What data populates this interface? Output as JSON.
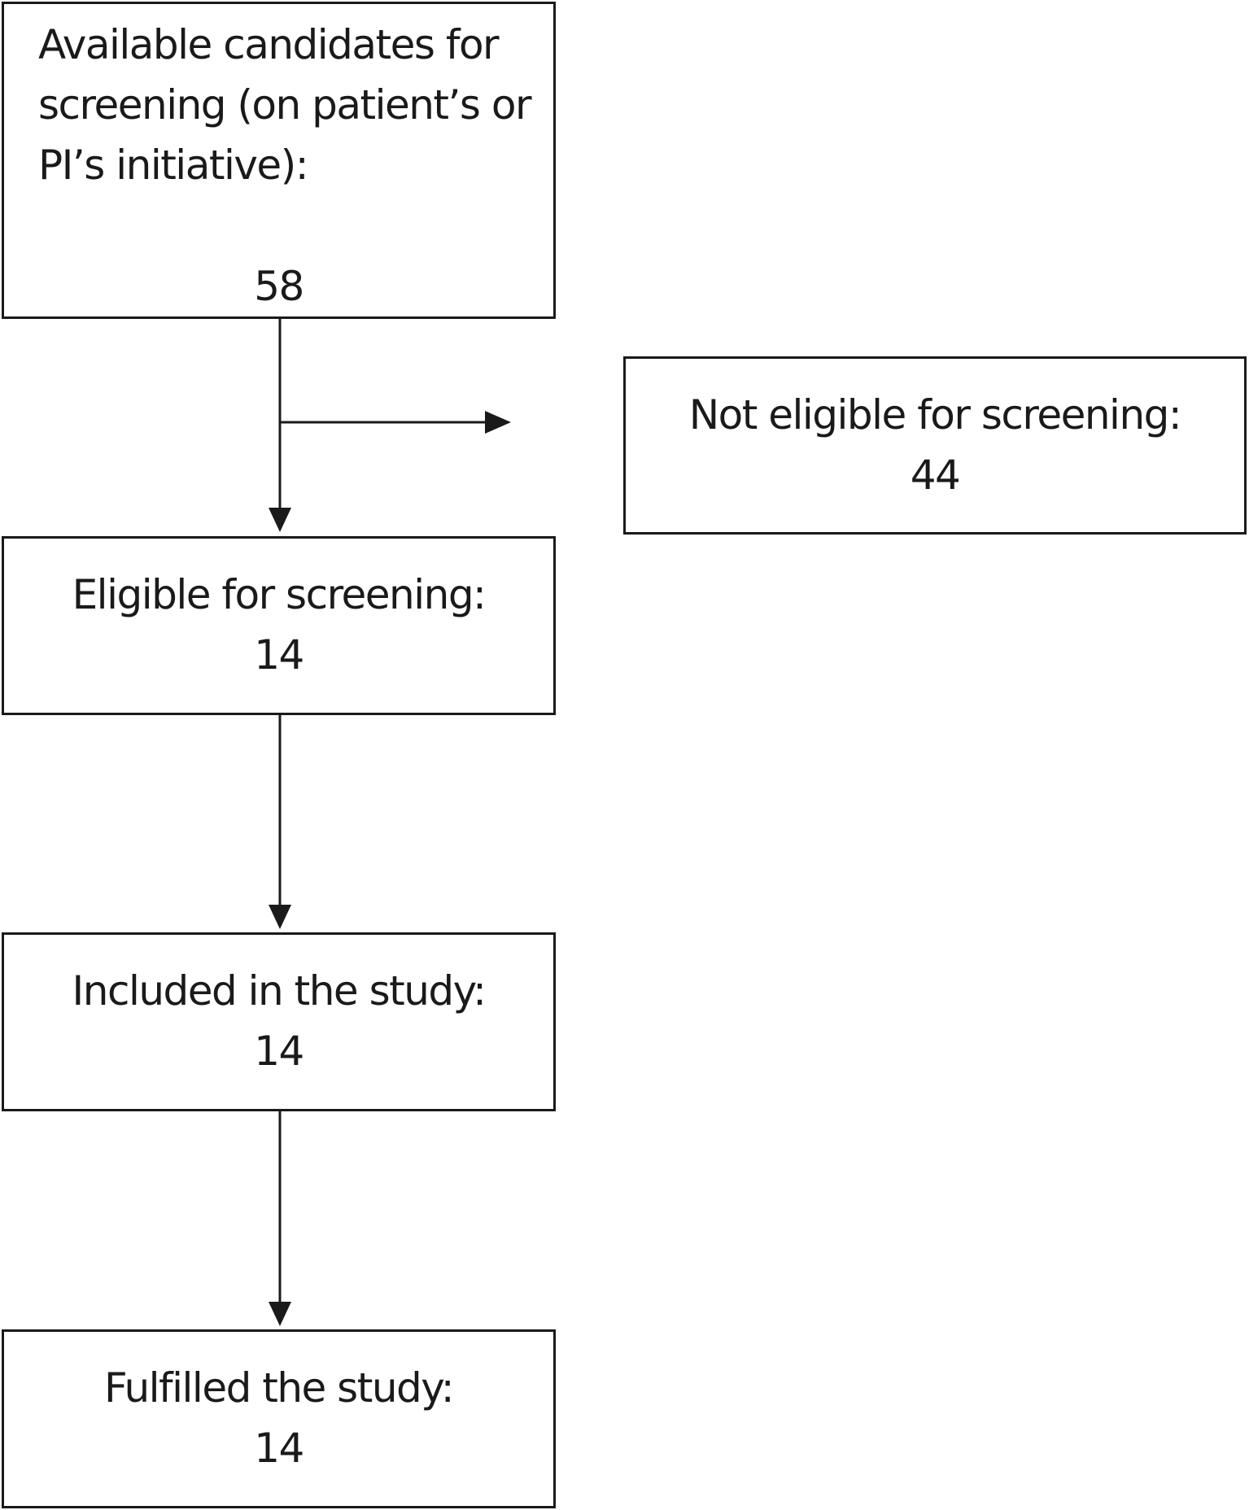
{
  "nodes": {
    "available": {
      "label": "Available candidates for screening (on patient’s or PI’s initiative):",
      "count": "58"
    },
    "not_eligible": {
      "label": "Not eligible for screening:",
      "count": "44"
    },
    "eligible": {
      "label": "Eligible for screening:",
      "count": "14"
    },
    "included": {
      "label": "Included in the study:",
      "count": "14"
    },
    "fulfilled": {
      "label": "Fulfilled the study:",
      "count": "14"
    }
  },
  "edges": [
    {
      "from": "available",
      "to": "not_eligible"
    },
    {
      "from": "available",
      "to": "eligible"
    },
    {
      "from": "eligible",
      "to": "included"
    },
    {
      "from": "included",
      "to": "fulfilled"
    }
  ]
}
